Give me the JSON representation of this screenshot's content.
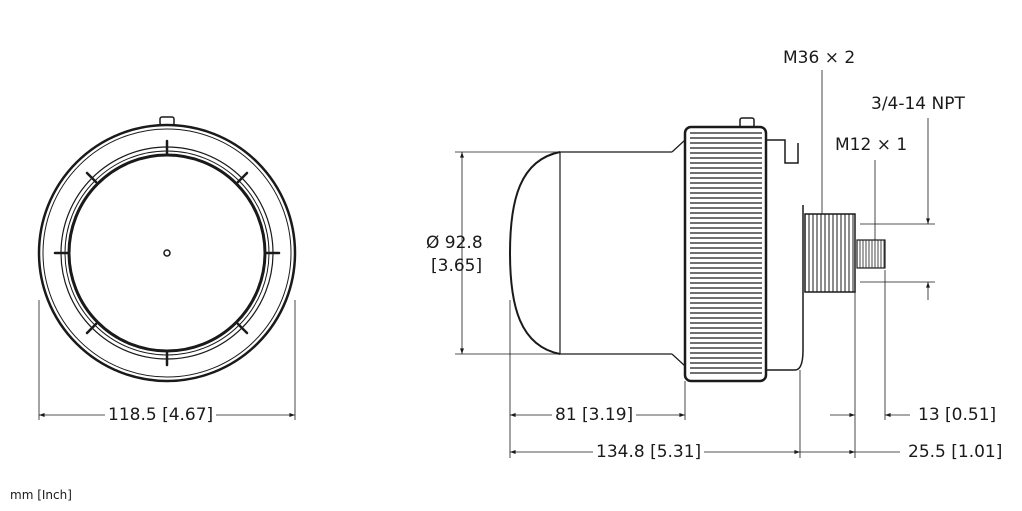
{
  "dimensions": {
    "front_width": "118.5 [4.67]",
    "diameter_line1": "Ø 92.8",
    "diameter_line2": "[3.65]",
    "body_length": "81 [3.19]",
    "total_length": "134.8 [5.31]",
    "thread_m36": "M36 × 2",
    "thread_npt": "3/4-14 NPT",
    "thread_m12": "M12 × 1",
    "m12_length": "13 [0.51]",
    "thread_length": "25.5 [1.01]"
  },
  "units_note": "mm [Inch]",
  "colors": {
    "line": "#1a1a1a",
    "dim": "#555555"
  }
}
